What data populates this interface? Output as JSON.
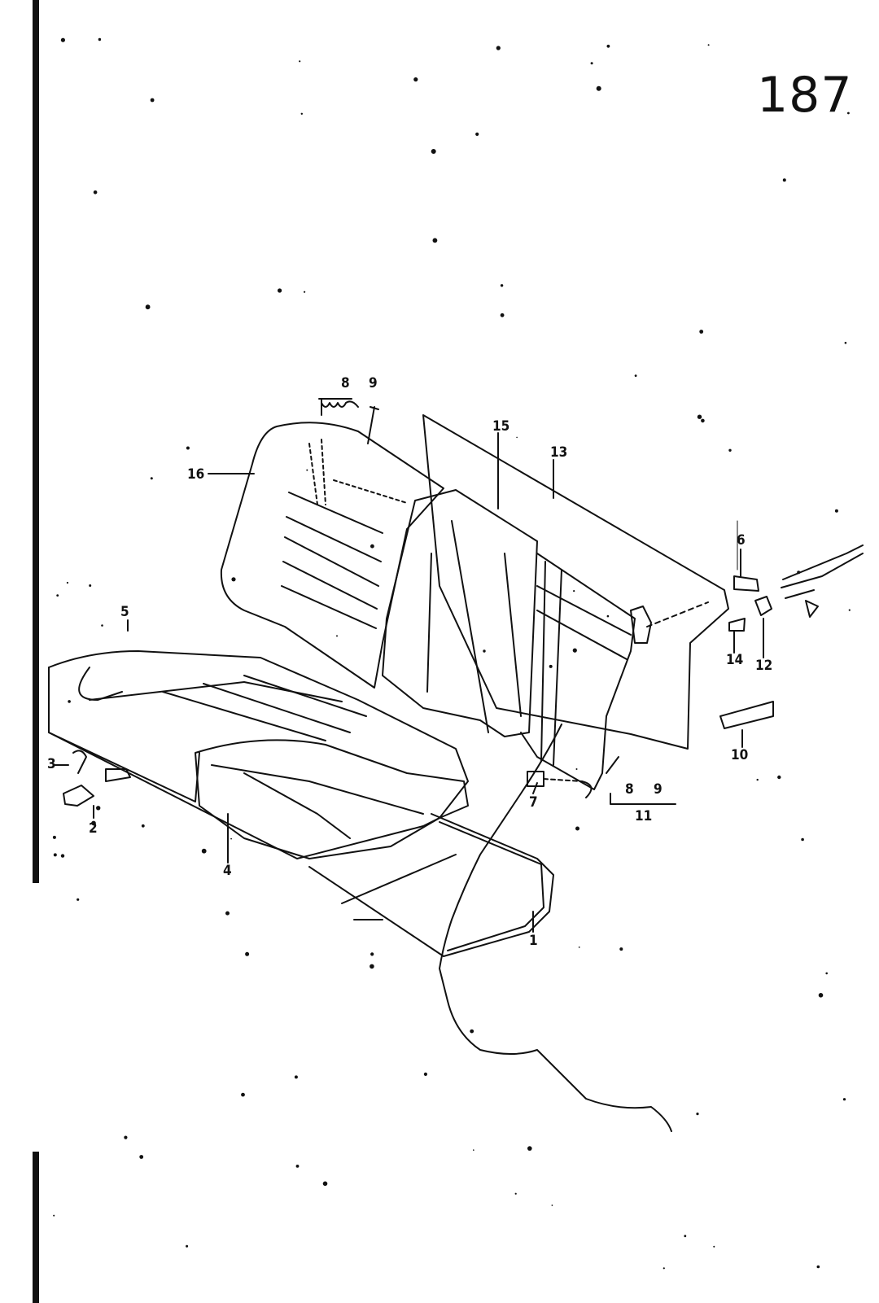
{
  "page_number": "187",
  "callouts": {
    "c1": "1",
    "c2": "2",
    "c3": "3",
    "c4": "4",
    "c5": "5",
    "c6": "6",
    "c7": "7",
    "c8_top": "8",
    "c9_top": "9",
    "c10": "10",
    "c11": "11",
    "c12": "12",
    "c13": "13",
    "c14": "14",
    "c15": "15",
    "c16": "16",
    "c8_bottom": "8",
    "c9_bottom": "9"
  },
  "colors": {
    "ink": "#111111",
    "paper": "#ffffff"
  }
}
